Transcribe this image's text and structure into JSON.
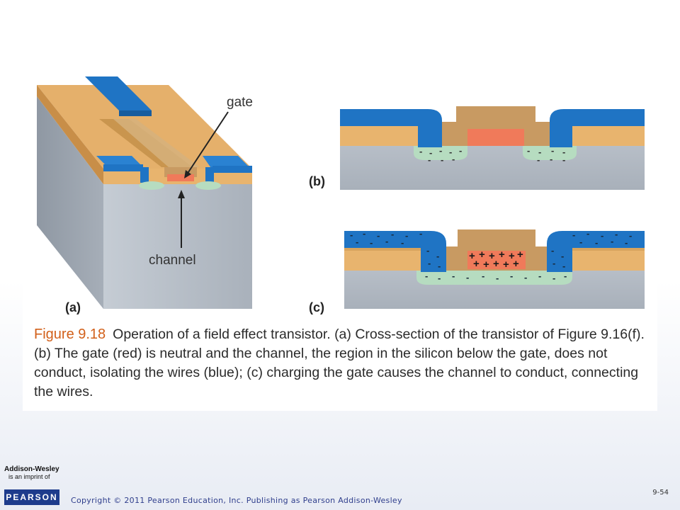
{
  "figure": {
    "labels": {
      "gate": "gate",
      "channel": "channel",
      "panel_a": "(a)",
      "panel_b": "(b)",
      "panel_c": "(c)"
    },
    "caption": {
      "number": "Figure 9.18",
      "text": "Operation of a field effect transistor. (a) Cross-section of the transistor of Figure 9.16(f). (b) The gate (red) is neutral and the channel, the region in the silicon below the gate, does not conduct, isolating the wires (blue); (c) charging the gate causes the channel to conduct, connecting the wires."
    },
    "charge_symbols": {
      "negative": "-",
      "positive": "+"
    }
  },
  "footer": {
    "publisher_name": "Addison-Wesley",
    "imprint": "is an imprint of",
    "pearson": "PEARSON",
    "copyright": "Copyright © 2011 Pearson Education, Inc. Publishing as Pearson Addison-Wesley",
    "slide_number": "9-54"
  },
  "colors": {
    "wire_blue": "#1f74c4",
    "oxide_tan": "#e8b46e",
    "gate_brown": "#c89a62",
    "gate_red": "#f07a5a",
    "silicon_gray": "#b4bcc6",
    "doped_green": "#b6dcc0",
    "caption_orange": "#d2601a"
  }
}
